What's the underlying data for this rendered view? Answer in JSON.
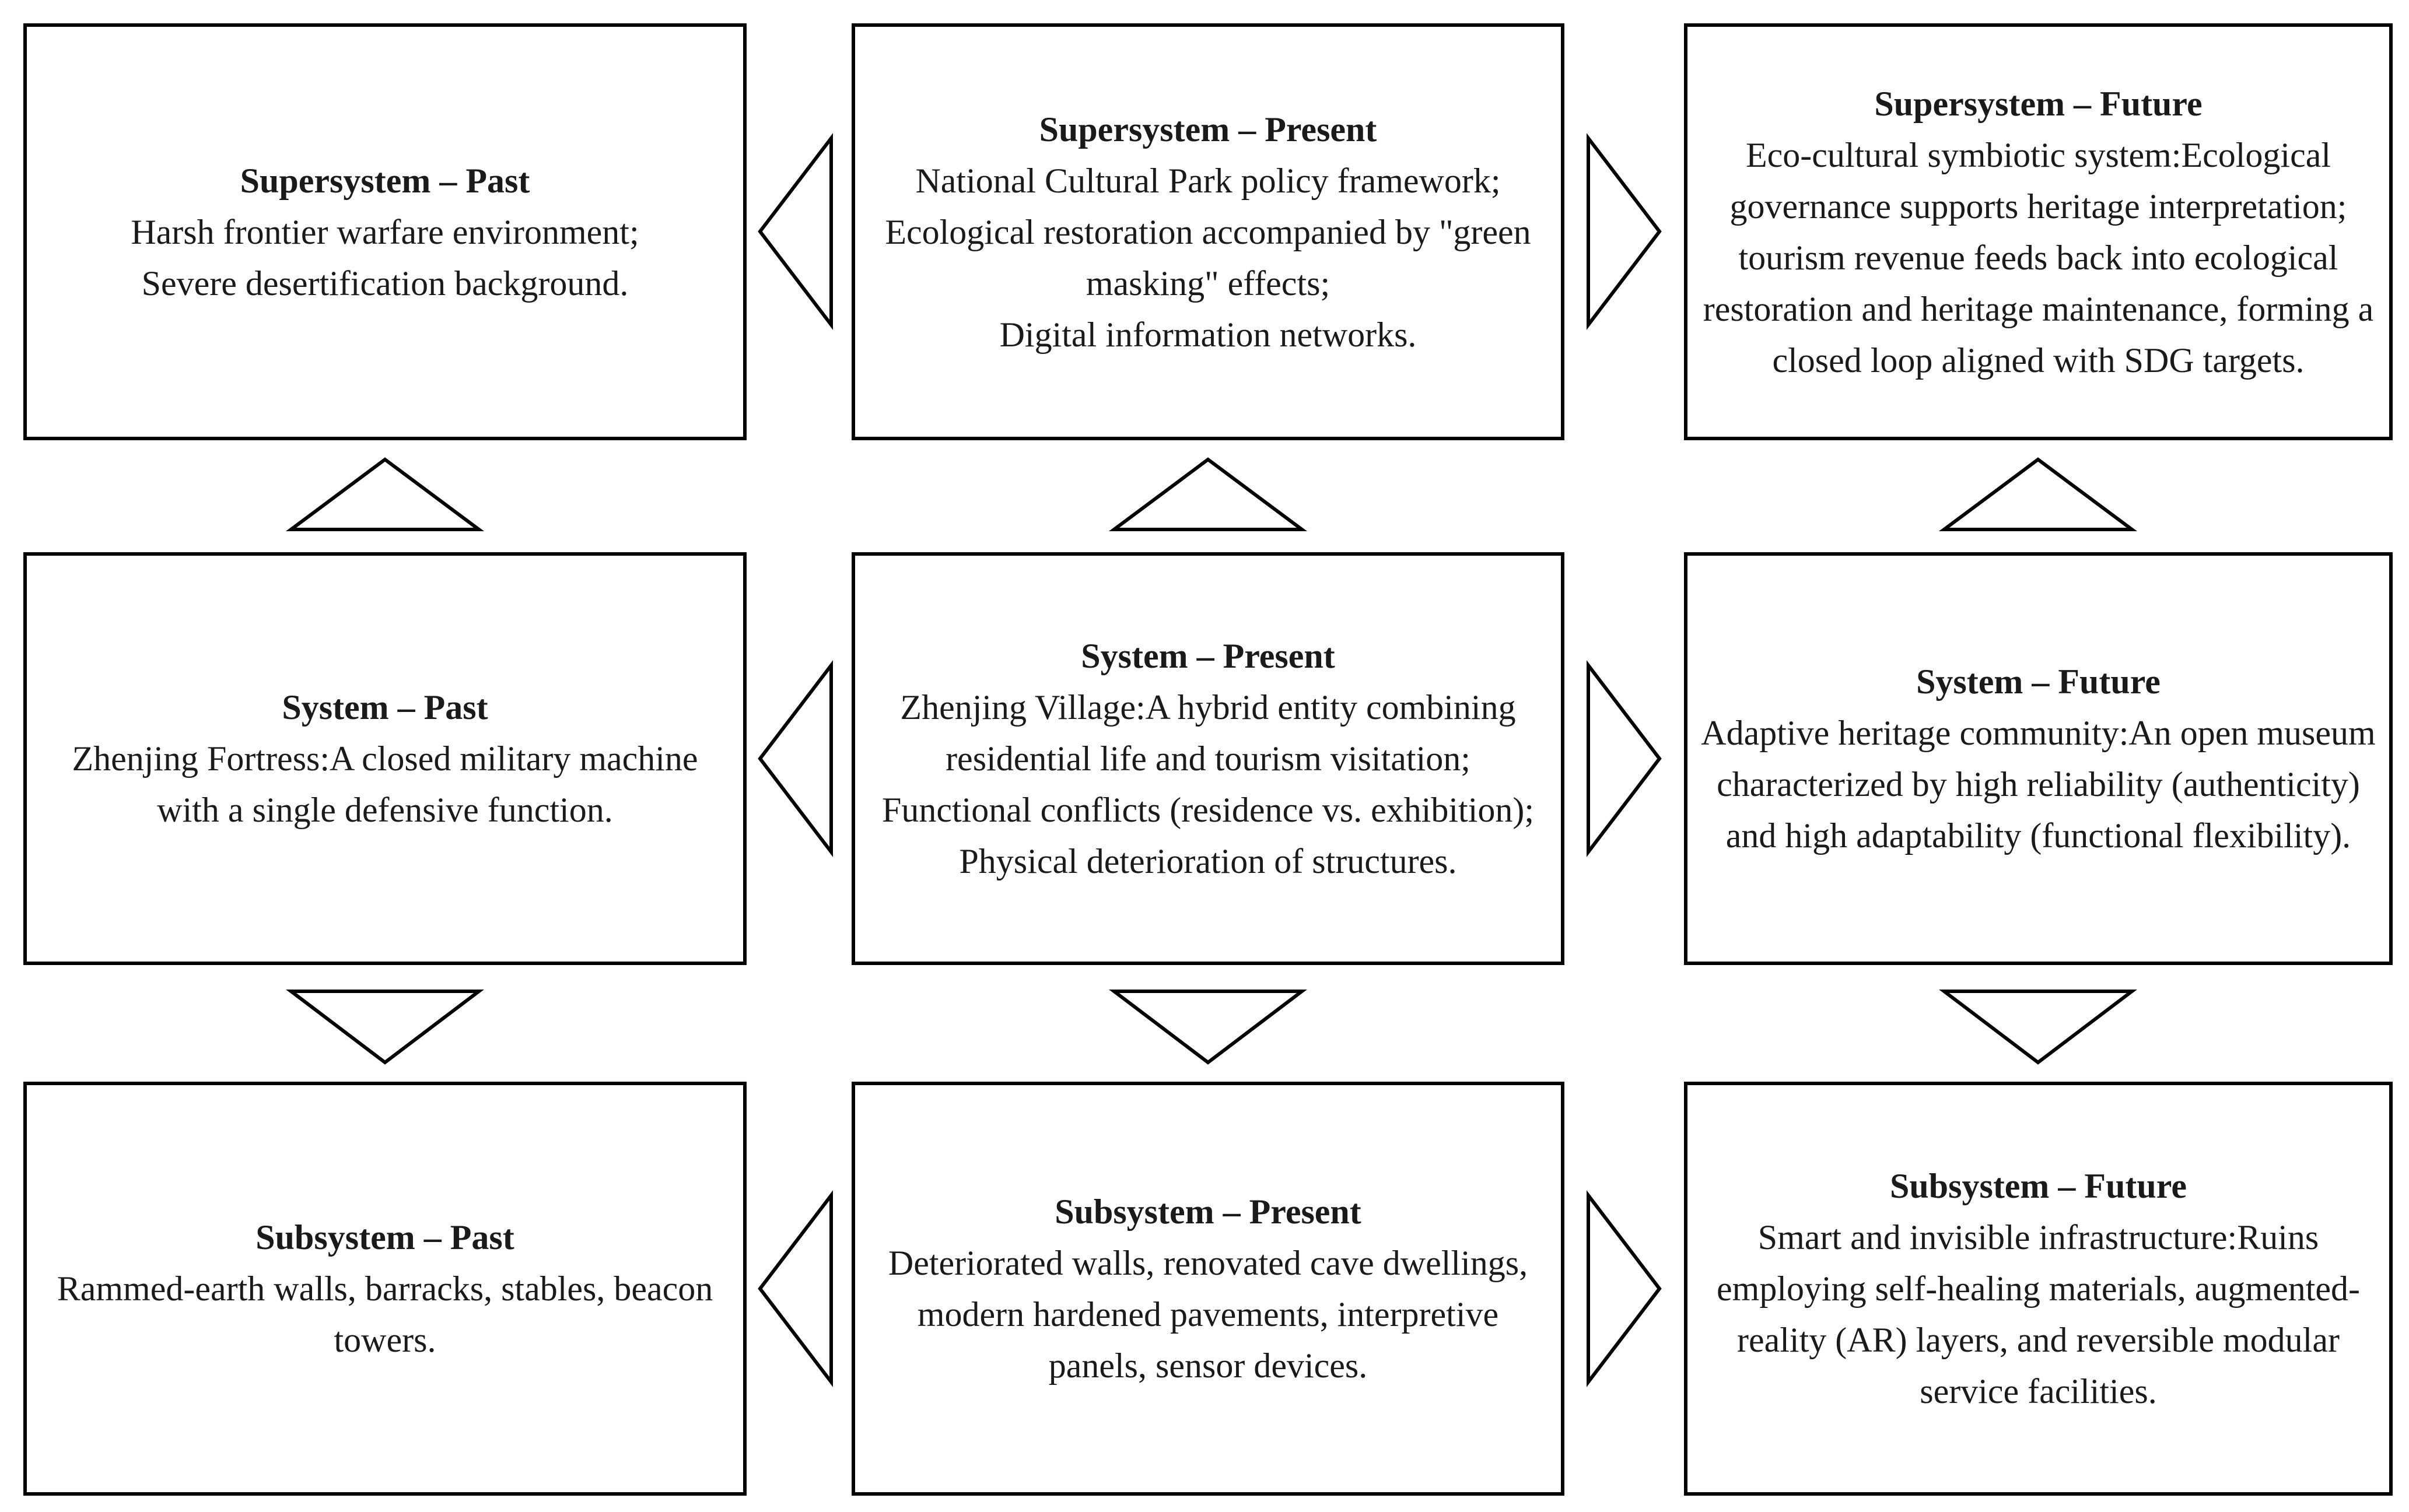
{
  "canvas": {
    "background_color": "#ffffff",
    "border_color": "#000000",
    "text_color": "#1a1a1a"
  },
  "cells": [
    {
      "id": "supersystem-past",
      "title": "Supersystem – Past",
      "body": "Harsh frontier warfare environment;\nSevere desertification background."
    },
    {
      "id": "supersystem-present",
      "title": "Supersystem – Present",
      "body": "National Cultural Park policy framework;\nEcological restoration accompanied by \"green masking\" effects;\nDigital information networks."
    },
    {
      "id": "supersystem-future",
      "title": "Supersystem – Future",
      "body": "Eco-cultural symbiotic system:Ecological governance supports heritage interpretation; tourism revenue feeds back into ecological restoration and heritage maintenance, forming a closed loop aligned with SDG targets."
    },
    {
      "id": "system-past",
      "title": "System – Past",
      "body": "Zhenjing Fortress:A closed military machine with a single defensive function."
    },
    {
      "id": "system-present",
      "title": "System – Present",
      "body": "Zhenjing Village:A hybrid entity combining residential life and tourism visitation;\nFunctional conflicts (residence vs. exhibition);\nPhysical deterioration of structures."
    },
    {
      "id": "system-future",
      "title": "System – Future",
      "body": "Adaptive heritage community:An open museum characterized by high reliability (authenticity) and high adaptability (functional flexibility)."
    },
    {
      "id": "subsystem-past",
      "title": "Subsystem – Past",
      "body": "Rammed-earth walls, barracks, stables, beacon towers."
    },
    {
      "id": "subsystem-present",
      "title": "Subsystem – Present",
      "body": "Deteriorated walls, renovated cave dwellings, modern hardened pavements, interpretive panels, sensor devices."
    },
    {
      "id": "subsystem-future",
      "title": "Subsystem – Future",
      "body": "Smart and invisible infrastructure:Ruins employing self-healing materials, augmented-reality (AR) layers, and reversible modular service facilities."
    }
  ],
  "arrows": [
    {
      "id": "supersystem-left",
      "icon": "arrow-left-icon",
      "direction": "left"
    },
    {
      "id": "supersystem-right",
      "icon": "arrow-right-icon",
      "direction": "right"
    },
    {
      "id": "system-left",
      "icon": "arrow-left-icon",
      "direction": "left"
    },
    {
      "id": "system-right",
      "icon": "arrow-right-icon",
      "direction": "right"
    },
    {
      "id": "subsystem-left",
      "icon": "arrow-left-icon",
      "direction": "left"
    },
    {
      "id": "subsystem-right",
      "icon": "arrow-right-icon",
      "direction": "right"
    },
    {
      "id": "past-up",
      "icon": "arrow-up-icon",
      "direction": "up"
    },
    {
      "id": "present-up",
      "icon": "arrow-up-icon",
      "direction": "up"
    },
    {
      "id": "future-up",
      "icon": "arrow-up-icon",
      "direction": "up"
    },
    {
      "id": "past-down",
      "icon": "arrow-down-icon",
      "direction": "down"
    },
    {
      "id": "present-down",
      "icon": "arrow-down-icon",
      "direction": "down"
    },
    {
      "id": "future-down",
      "icon": "arrow-down-icon",
      "direction": "down"
    }
  ]
}
